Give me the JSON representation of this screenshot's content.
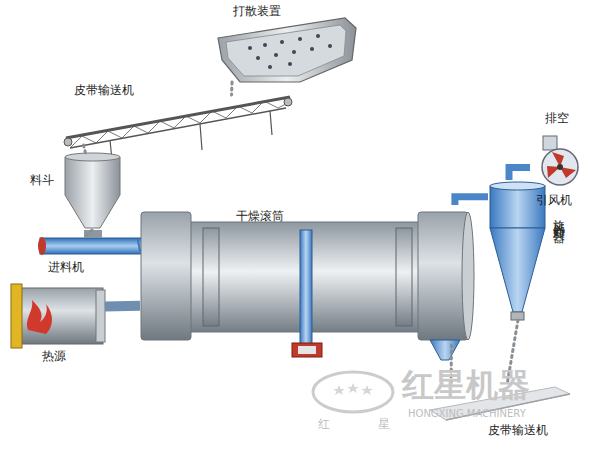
{
  "diagram": {
    "nodes": [
      {
        "text": [
          "打散装置"
        ]
      },
      {
        "text": [
          "皮带输送机"
        ]
      },
      {
        "text": [
          "料斗"
        ]
      },
      {
        "text": [
          "进料机"
        ]
      },
      {
        "text": [
          "热源"
        ]
      },
      {
        "text": [
          "干燥滚筒"
        ]
      },
      {
        "text": [
          "旋风卸料器"
        ]
      },
      {
        "text": [
          "引风机"
        ]
      },
      {
        "text": [
          "皮带输送机"
        ]
      }
    ],
    "edges": [
      {
        "from": 0,
        "to": 1,
        "arrow": "none"
      },
      {
        "from": 1,
        "to": 2,
        "arrow": "none"
      },
      {
        "from": 2,
        "to": 3,
        "arrow": "none"
      },
      {
        "from": 3,
        "to": 5,
        "arrow": "none"
      },
      {
        "from": 4,
        "to": 5,
        "arrow": "none"
      },
      {
        "from": 5,
        "to": 6,
        "arrow": "none"
      },
      {
        "from": 6,
        "to": 7,
        "arrow": "none"
      },
      {
        "from": 6,
        "to": 8,
        "arrow": "none"
      },
      {
        "from": 5,
        "to": 8,
        "arrow": "none"
      }
    ],
    "labels": [
      "排空",
      "红星机器",
      "红",
      "星",
      "HONGXING MACHINERY"
    ]
  }
}
